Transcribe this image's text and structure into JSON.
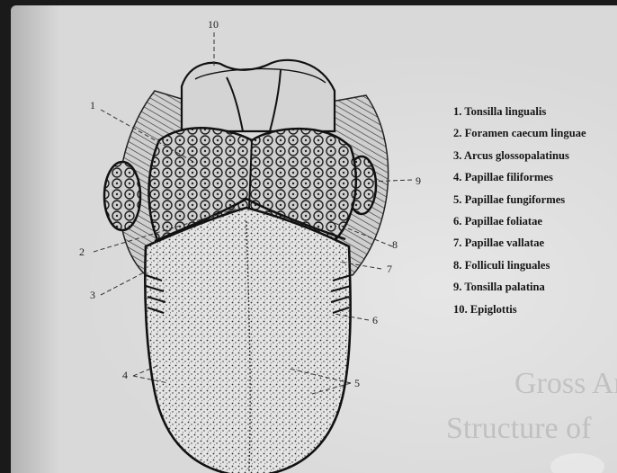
{
  "legend": [
    "1. Tonsilla lingualis",
    "2. Foramen caecum linguae",
    "3. Arcus glossopalatinus",
    "4. Papillae filiformes",
    "5. Papillae fungiformes",
    "6. Papillae foliatae",
    "7. Papillae vallatae",
    "8. Folliculi linguales",
    "9. Tonsilla palatina",
    "10. Epiglottis"
  ],
  "callouts": [
    "1",
    "2",
    "3",
    "4",
    "5",
    "6",
    "7",
    "8",
    "9",
    "10"
  ],
  "bleed_through": [
    "Gross Anatomy",
    "Structure of"
  ],
  "colors": {
    "page": "#d9d9d9",
    "ink": "#161616",
    "tongue_fill": "#e6e6e6",
    "background": "#1a1a1a"
  }
}
